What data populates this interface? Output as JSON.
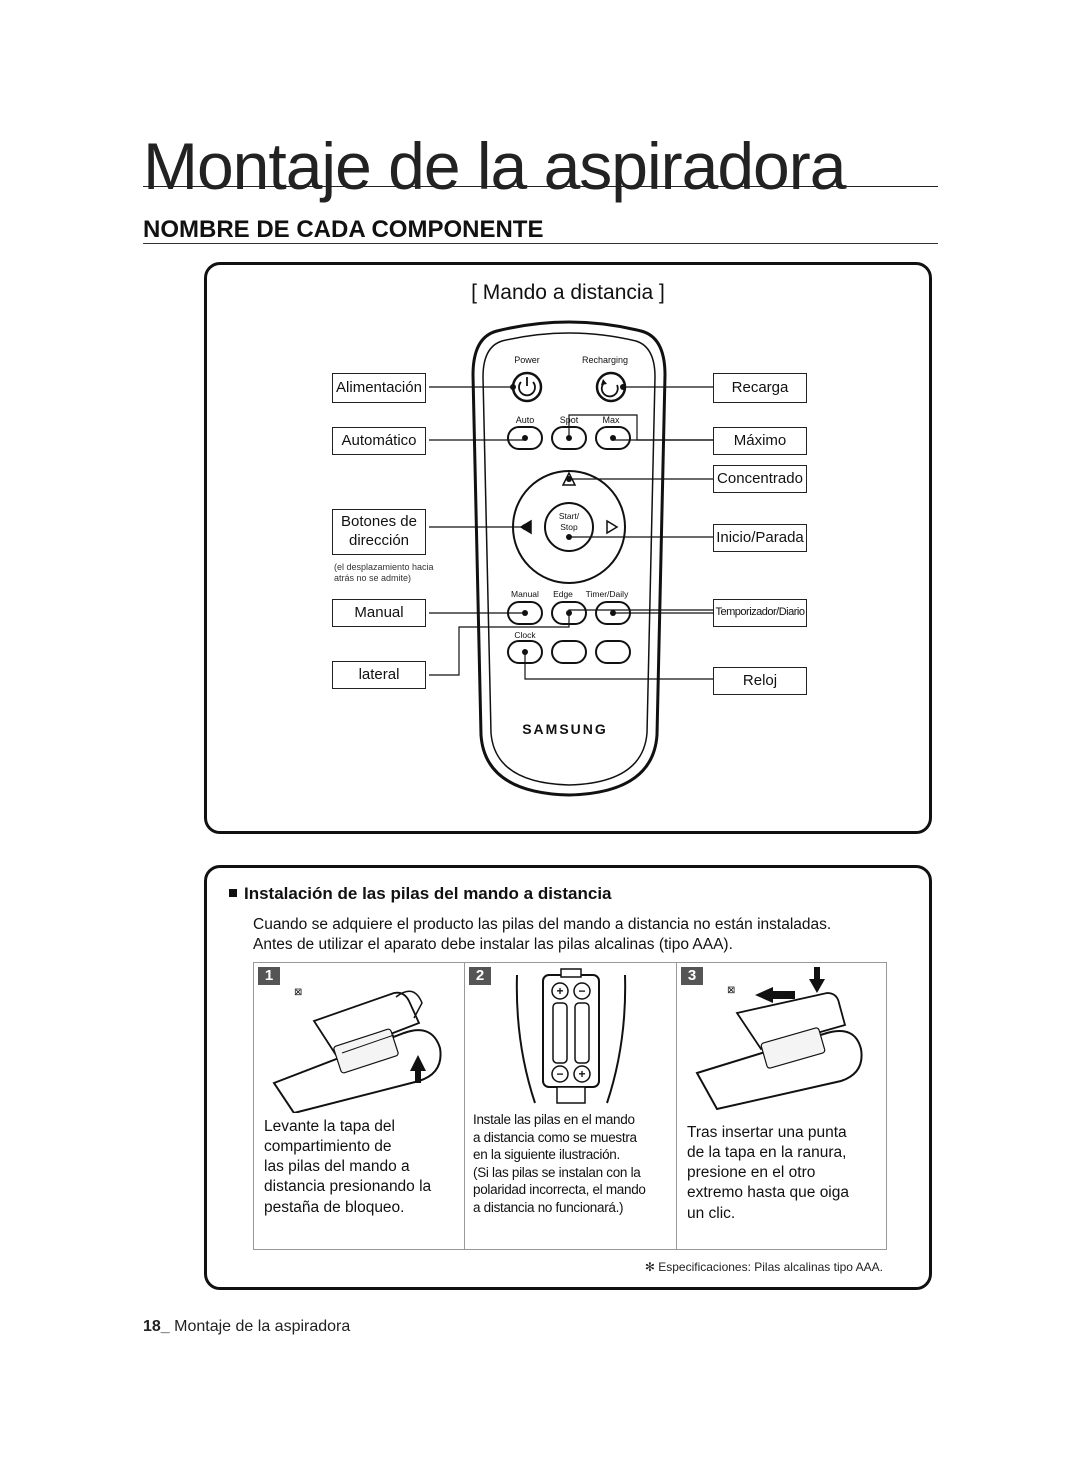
{
  "page": {
    "title": "Montaje de la aspiradora",
    "section_heading": "NOMBRE DE CADA COMPONENTE",
    "footer_page": "18_",
    "footer_text": "Montaje de la aspiradora"
  },
  "remote": {
    "panel_title": "[ Mando a distancia ]",
    "labels_left": {
      "power": "Alimentación",
      "auto": "Automático",
      "direction_line1": "Botones de",
      "direction_line2": "dirección",
      "direction_note_line1": "(el desplazamiento hacia",
      "direction_note_line2": "atrás no se admite)",
      "manual": "Manual",
      "edge": "lateral"
    },
    "labels_right": {
      "recharge": "Recarga",
      "max": "Máximo",
      "spot": "Concentrado",
      "start_stop": "Inicio/Parada",
      "timer": "Temporizador/Diario",
      "clock": "Reloj"
    },
    "device_text": {
      "power": "Power",
      "recharging": "Recharging",
      "auto": "Auto",
      "spot": "Spot",
      "max": "Max",
      "start": "Start/",
      "stop": "Stop",
      "manual": "Manual",
      "edge": "Edge",
      "timer": "Timer/Daily",
      "clock": "Clock",
      "brand": "SAMSUNG"
    }
  },
  "battery": {
    "heading": "Instalación de las pilas del mando a distancia",
    "intro_line1": "Cuando se adquiere el producto las pilas del mando a distancia no están instaladas.",
    "intro_line2": "Antes de utilizar el aparato debe instalar las pilas alcalinas (tipo AAA).",
    "steps": [
      {
        "number": "1",
        "text": "Levante la tapa del\ncompartimiento de\nlas pilas del mando a\ndistancia presionando la\npestaña de bloqueo."
      },
      {
        "number": "2",
        "text": "Instale las pilas en el mando\na distancia como se muestra\nen la siguiente ilustración.\n(Si las pilas se instalan con la\npolaridad incorrecta, el mando\na distancia no funcionará.)"
      },
      {
        "number": "3",
        "text": "Tras insertar una punta\nde la tapa en la ranura,\npresione en el otro\nextremo hasta que oiga\nun clic."
      }
    ],
    "spec_note": "✻ Especificaciones: Pilas alcalinas tipo AAA."
  }
}
